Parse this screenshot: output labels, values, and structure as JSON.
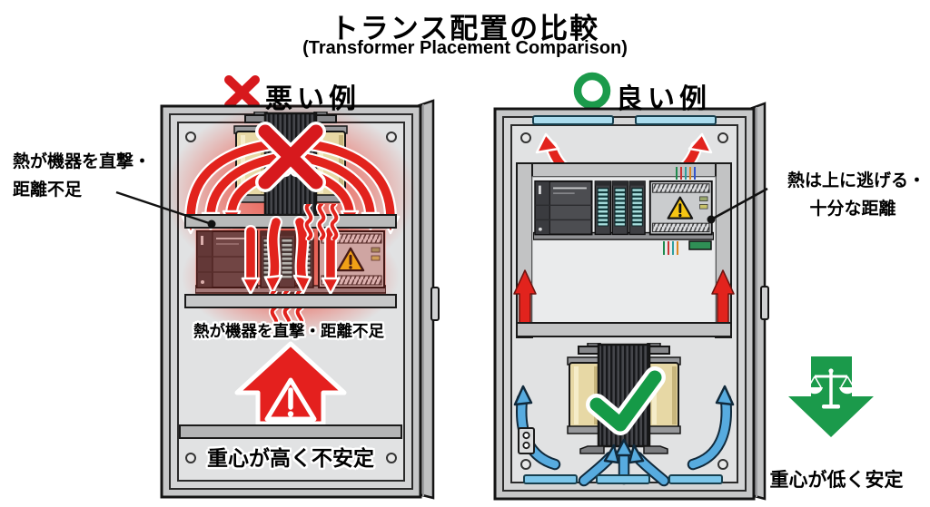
{
  "title": {
    "main": "トランス配置の比較",
    "sub": "(Transformer Placement Comparison)"
  },
  "bad": {
    "heading": "悪い例",
    "mark": "x-mark",
    "callout_line1": "熱が機器を直撃・",
    "callout_line2": "距離不足",
    "inner_caption": "熱が機器を直撃・距離不足",
    "bottom_caption": "重心が高く不安定"
  },
  "good": {
    "heading": "良い例",
    "mark": "circle-mark",
    "callout_line1": "熱は上に逃げる・",
    "callout_line2": "十分な距離",
    "bottom_caption": "重心が低く安定"
  },
  "icons": {
    "bad_transformer_overlay": "x-mark-icon",
    "good_transformer_overlay": "check-mark-icon",
    "power_supply_label": "warning-triangle-icon",
    "stability_good": "scales-icon",
    "heat": "heat-wave-icon"
  },
  "colors": {
    "bad_red": "#d7191d",
    "arrow_red": "#e2231d",
    "good_green": "#1b9a4b",
    "cool_blue": "#57abdf",
    "warning_yellow": "#f6c613",
    "cabinet_gray": "#c6c7c8",
    "panel_gray": "#e1e2e3"
  }
}
